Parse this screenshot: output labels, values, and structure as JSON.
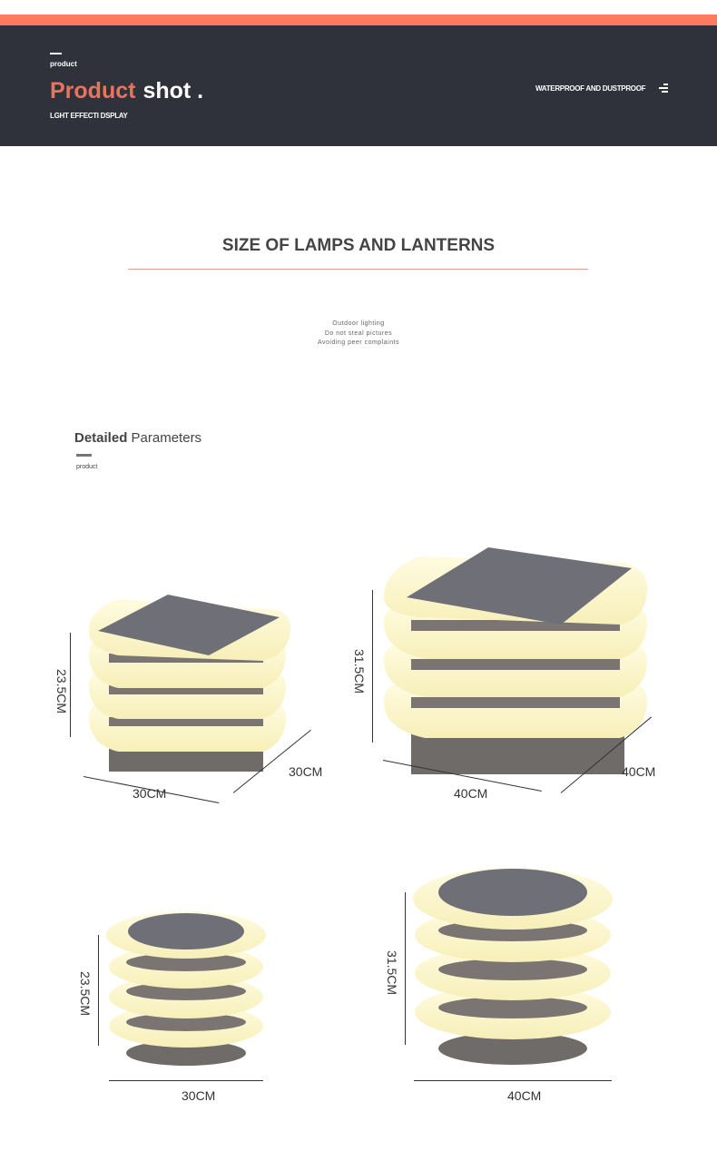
{
  "header": {
    "small_label": "product",
    "title_accent": "Product",
    "title_rest": "shot .",
    "subtitle": "LGHT EFFECTI DSPLAY",
    "right_label": "WATERPROOF AND DUSTPROOF",
    "right_icon": "menu-lines-icon",
    "colors": {
      "stripe": "#fe7b5f",
      "band": "#2f313b",
      "accent": "#e8735e"
    }
  },
  "section": {
    "title": "SIZE OF LAMPS AND LANTERNS",
    "notes": [
      "Outdoor lighting",
      "Do not steal pictures",
      "Avoiding peer complaints"
    ]
  },
  "params": {
    "title_bold": "Detailed",
    "title_rest": "Parameters",
    "small_label": "product"
  },
  "products": [
    {
      "shape": "square",
      "height": "23.5CM",
      "width": "30CM",
      "depth": "30CM"
    },
    {
      "shape": "square",
      "height": "31.5CM",
      "width": "40CM",
      "depth": "40CM"
    },
    {
      "shape": "round",
      "height": "23.5CM",
      "width": "30CM"
    },
    {
      "shape": "round",
      "height": "31.5CM",
      "width": "40CM"
    }
  ]
}
